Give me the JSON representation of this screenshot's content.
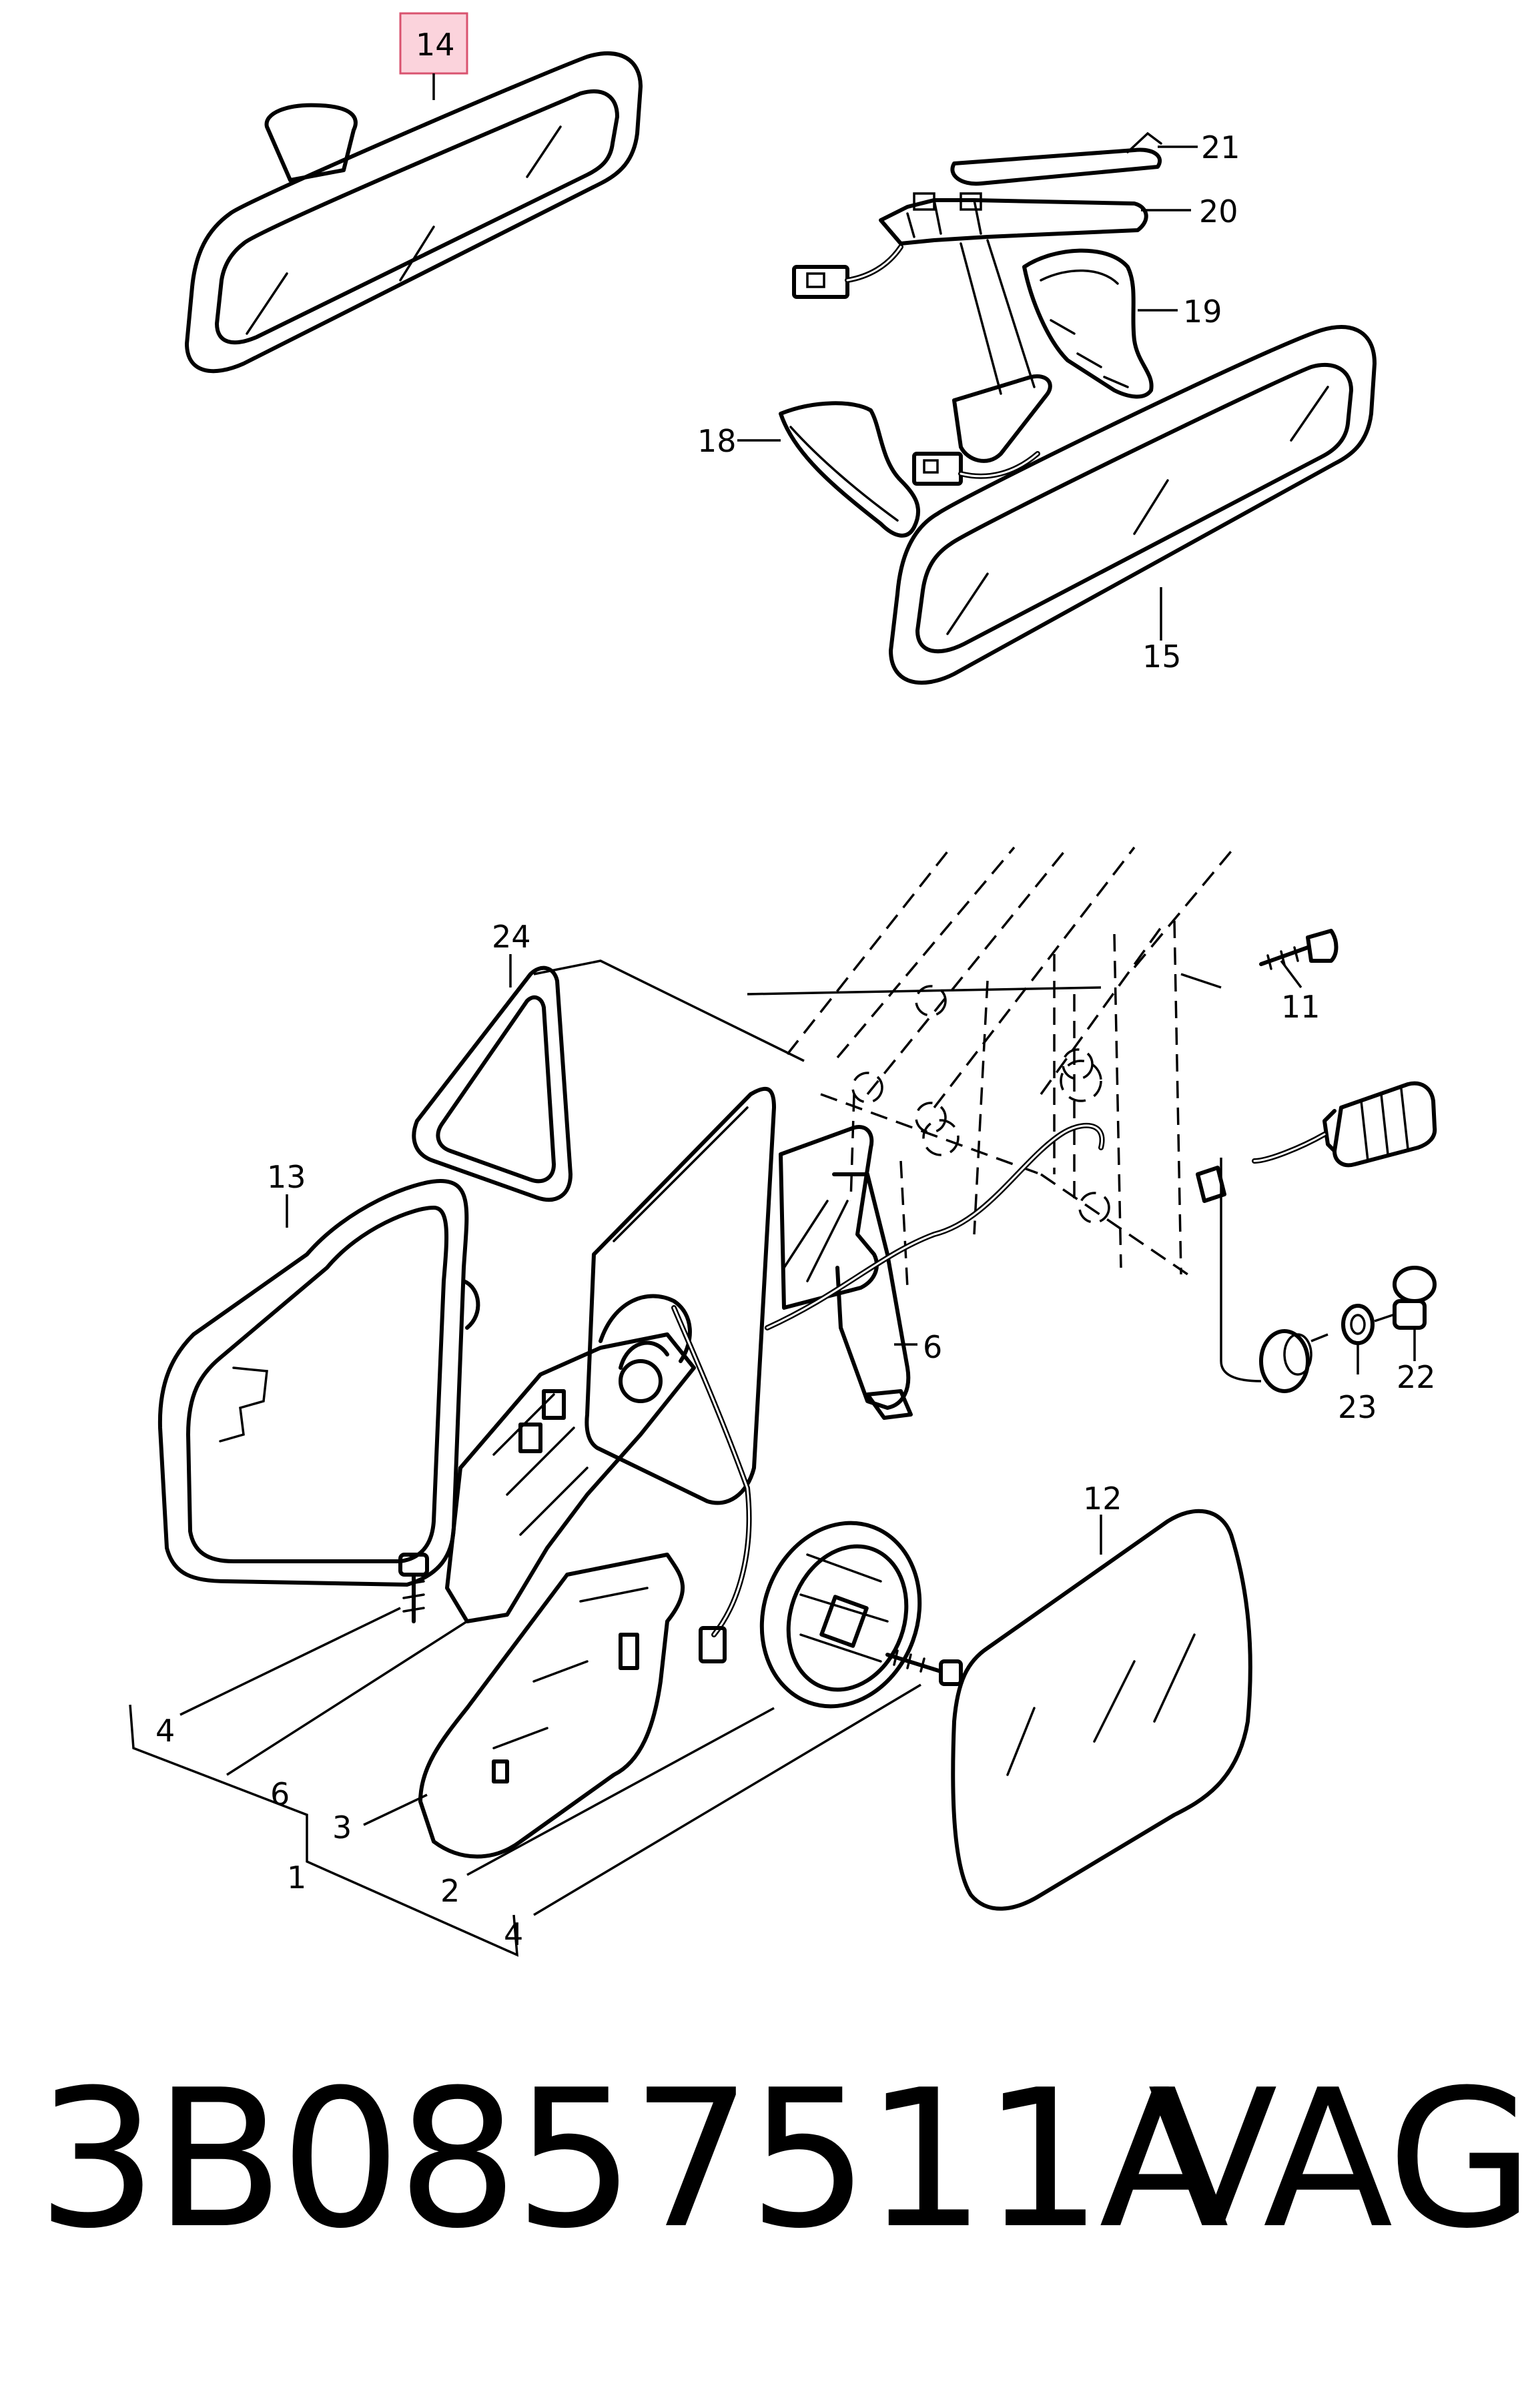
{
  "diagram": {
    "callouts": {
      "c14": "14",
      "c21": "21",
      "c20": "20",
      "c19": "19",
      "c18": "18",
      "c15": "15",
      "c24": "24",
      "c11": "11",
      "c13": "13",
      "c6a": "6",
      "c22": "22",
      "c23": "23",
      "c12": "12",
      "c4a": "4",
      "c6b": "6",
      "c3": "3",
      "c1": "1",
      "c2": "2",
      "c4b": "4"
    },
    "highlighted_callout": "14",
    "highlight_color": "#fbd3dc"
  },
  "footer": {
    "part_number": "3B0857511A",
    "brand": "VAG"
  }
}
